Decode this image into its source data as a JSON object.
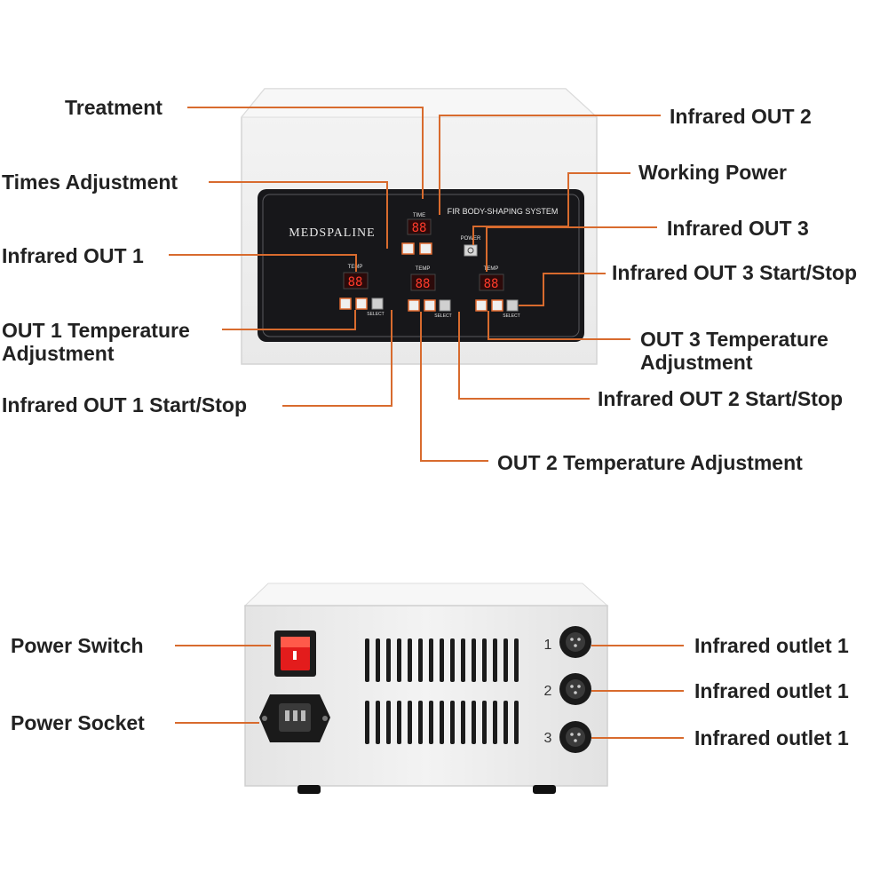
{
  "front_panel": {
    "brand": "MEDSPALINE",
    "system_title": "FIR BODY-SHAPING SYSTEM",
    "time_label": "TIME",
    "power_label": "POWER",
    "temp_label": "TEMP",
    "select_label": "SELECT",
    "display_digits": "88"
  },
  "front_callouts": {
    "treatment": "Treatment",
    "times_adjustment": "Times Adjustment",
    "infrared_out_1": "Infrared OUT 1",
    "out1_temp_adjustment": "OUT 1 Temperature Adjustment",
    "infrared_out_1_start_stop": "Infrared OUT 1 Start/Stop",
    "infrared_out_2": "Infrared OUT 2",
    "working_power": "Working Power",
    "infrared_out_3": "Infrared OUT 3",
    "infrared_out_3_start_stop": "Infrared OUT 3 Start/Stop",
    "out3_temp_adjustment": "OUT 3 Temperature Adjustment",
    "infrared_out_2_start_stop": "Infrared OUT 2 Start/Stop",
    "out2_temp_adjustment": "OUT 2 Temperature Adjustment"
  },
  "back_panel": {
    "outlet_numbers": [
      "1",
      "2",
      "3"
    ]
  },
  "back_callouts": {
    "power_switch": "Power Switch",
    "power_socket": "Power Socket",
    "outlet_1": "Infrared outlet 1",
    "outlet_2": "Infrared outlet 1",
    "outlet_3": "Infrared outlet 1"
  }
}
